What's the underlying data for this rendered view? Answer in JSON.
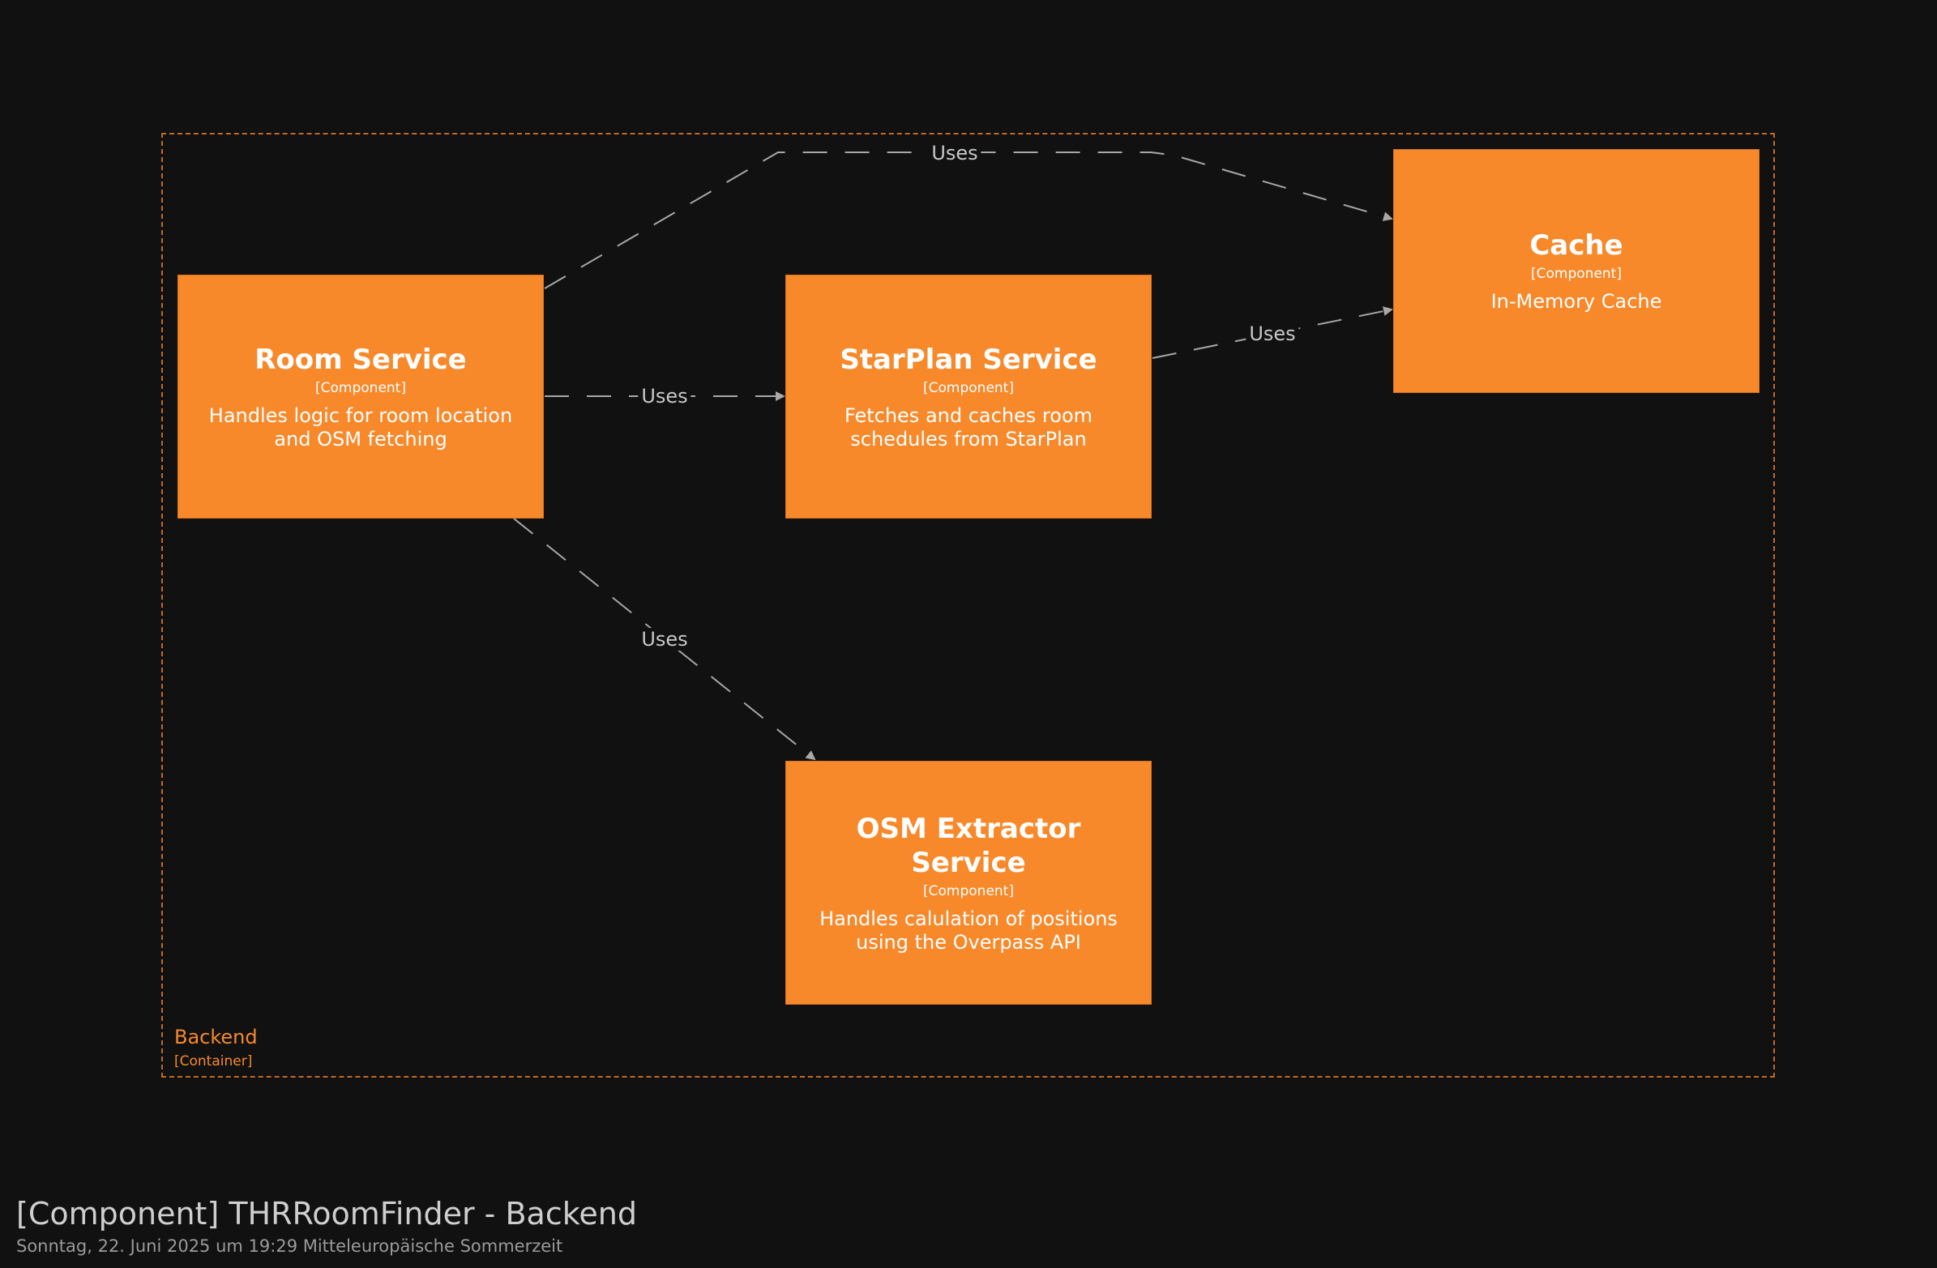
{
  "diagram": {
    "title": "[Component] THRRoomFinder - Backend",
    "subtitle": "Sonntag, 22. Juni 2025 um 19:29 Mitteleuropäische Sommerzeit",
    "boundary": {
      "name": "Backend",
      "type": "[Container]",
      "border_color": "#c06a22",
      "label_color": "#f7892a"
    },
    "nodes": {
      "room": {
        "title": "Room Service",
        "type": "[Component]",
        "description": "Handles logic for room location and OSM fetching"
      },
      "starplan": {
        "title": "StarPlan Service",
        "type": "[Component]",
        "description": "Fetches and caches room schedules from StarPlan"
      },
      "cache": {
        "title": "Cache",
        "type": "[Component]",
        "description": "In-Memory Cache"
      },
      "osm": {
        "title": "OSM Extractor Service",
        "type": "[Component]",
        "description": "Handles calulation of positions using the Overpass API"
      }
    },
    "edges": {
      "room_cache": {
        "from": "Room Service",
        "to": "Cache",
        "label": "Uses"
      },
      "room_starplan": {
        "from": "Room Service",
        "to": "StarPlan Service",
        "label": "Uses"
      },
      "starplan_cache": {
        "from": "StarPlan Service",
        "to": "Cache",
        "label": "Uses"
      },
      "room_osm": {
        "from": "Room Service",
        "to": "OSM Extractor Service",
        "label": "Uses"
      }
    },
    "colors": {
      "background": "#111111",
      "node_fill": "#f8892b",
      "edge": "#a8a8a8",
      "edge_label": "#c8c8c8"
    }
  }
}
